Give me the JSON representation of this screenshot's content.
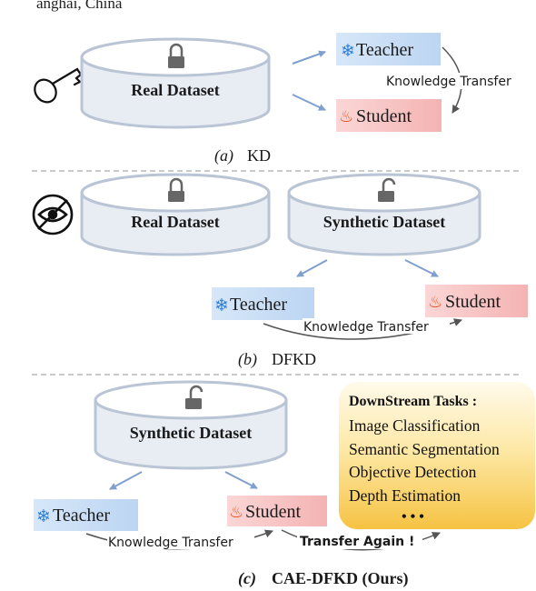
{
  "header": {
    "partial_text": "anghai, China"
  },
  "panel_a": {
    "dataset": "Real Dataset",
    "teacher": "Teacher",
    "student": "Student",
    "transfer": "Knowledge Transfer",
    "caption_letter": "(a)",
    "caption_text": "KD"
  },
  "panel_b": {
    "dataset_real": "Real Dataset",
    "dataset_synthetic": "Synthetic Dataset",
    "teacher": "Teacher",
    "student": "Student",
    "transfer": "Knowledge Transfer",
    "caption_letter": "(b)",
    "caption_text": "DFKD"
  },
  "panel_c": {
    "dataset": "Synthetic Dataset",
    "teacher": "Teacher",
    "student": "Student",
    "transfer": "Knowledge Transfer",
    "transfer_again": "Transfer Again !",
    "tasks_title": "DownStream Tasks :",
    "tasks": [
      "Image Classification",
      "Semantic Segmentation",
      "Objective Detection",
      "Depth Estimation"
    ],
    "tasks_more": "• • •",
    "caption_letter": "(c)",
    "caption_text": "CAE-DFKD (Ours)"
  },
  "colors": {
    "teacher_fill": "#cfe2f7",
    "student_fill": "#f8c7c7",
    "cylinder_stroke": "#b9c4d4",
    "arrow": "#7f9fcf",
    "tasks_top": "#fff8e0",
    "tasks_bottom": "#f7c94b"
  }
}
